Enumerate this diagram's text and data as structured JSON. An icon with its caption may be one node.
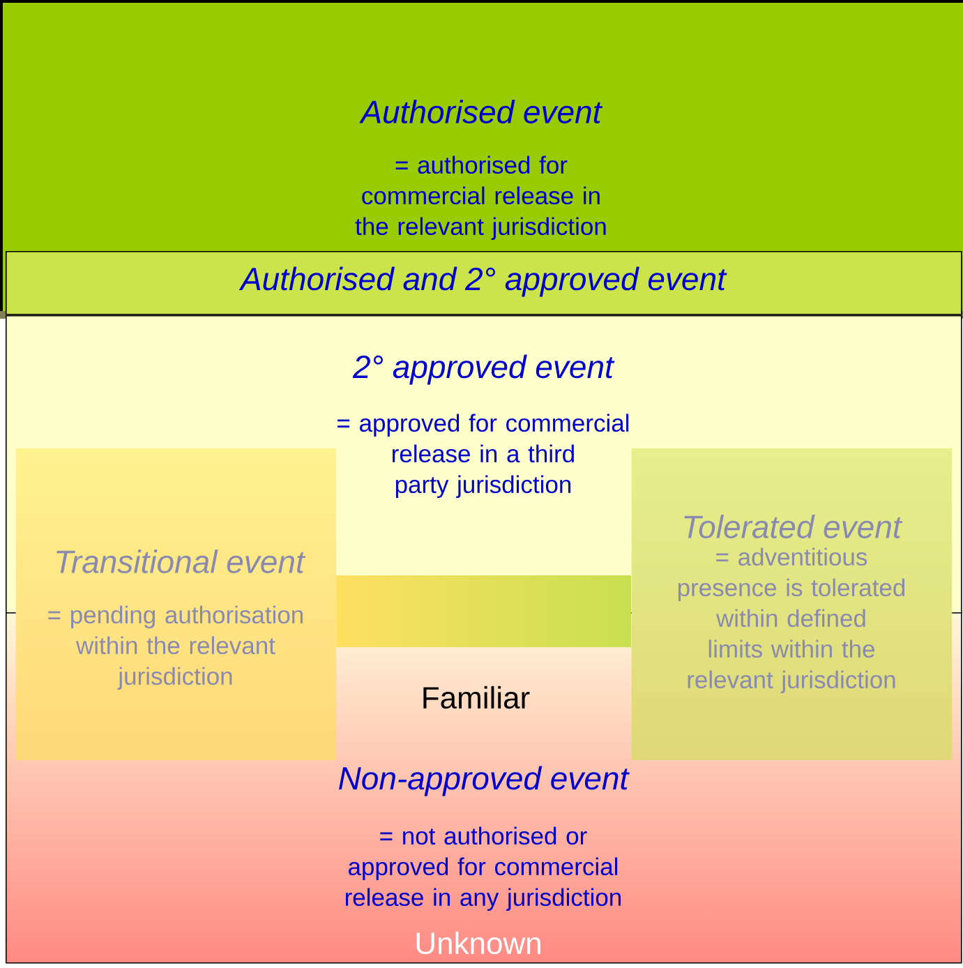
{
  "diagram": {
    "nodes": [
      {
        "text": [
          "Authorised event",
          "= authorised for commercial release in the relevant jurisdiction"
        ]
      },
      {
        "text": [
          "Authorised and 2° approved event"
        ],
        "in": 0
      },
      {
        "text": [
          "2° approved event",
          "= approved for commercial release in a third party jurisdiction"
        ]
      },
      {
        "text": [
          "Non-approved event",
          "= not authorised or approved for commercial release in any jurisdiction"
        ]
      },
      {
        "text": [
          "Transitional event",
          "= pending authorisation within the relevant jurisdiction"
        ]
      },
      {
        "text": [
          "Tolerated event",
          "= adventitious presence is tolerated within defined limits within the relevant jurisdiction"
        ]
      }
    ],
    "labels": [
      "Familiar",
      "Unknown"
    ]
  }
}
